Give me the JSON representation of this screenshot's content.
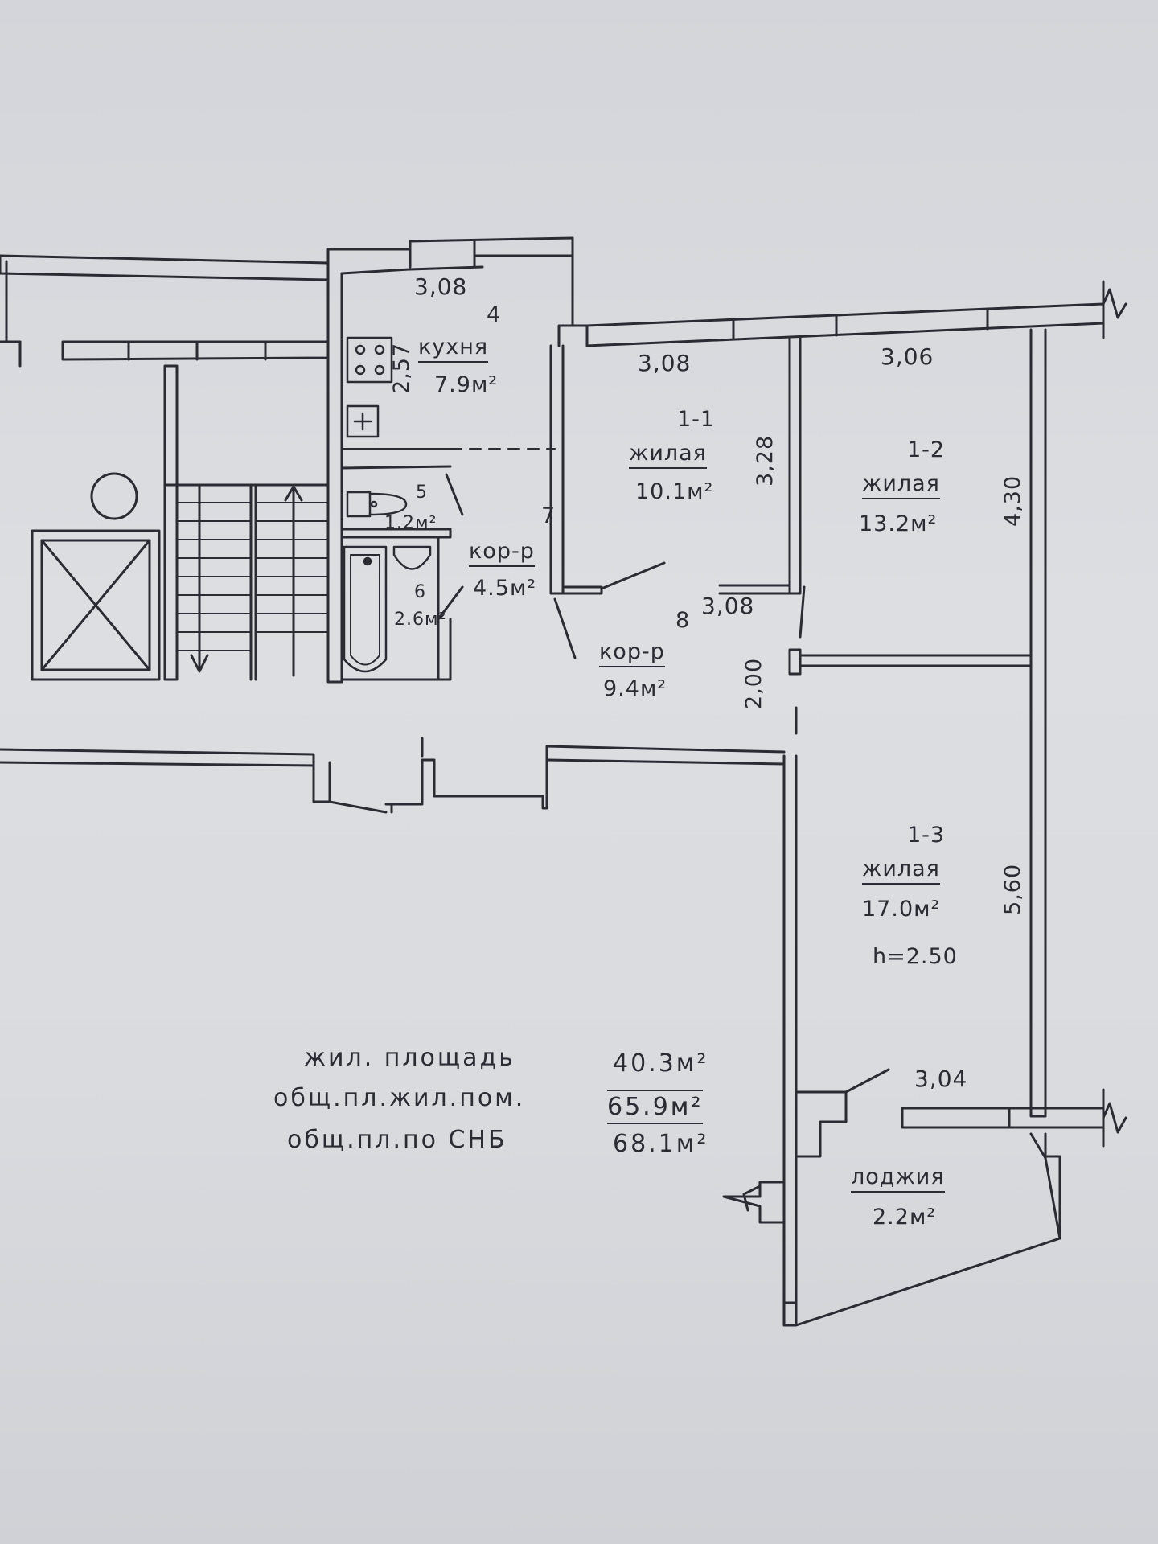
{
  "rooms": {
    "kitchen": {
      "dim_top": "3,08",
      "number": "4",
      "name": "кухня",
      "area": "7.9м²",
      "dim_side": "2,57"
    },
    "room_1_1": {
      "dim_top": "3,08",
      "number": "1-1",
      "name": "жилая",
      "area": "10.1м²",
      "dim_side": "3,28"
    },
    "room_1_2": {
      "dim_top": "3,06",
      "number": "1-2",
      "name": "жилая",
      "area": "13.2м²",
      "dim_side": "4,30"
    },
    "wc": {
      "number": "5",
      "area": "1.2м²"
    },
    "bath": {
      "number": "6",
      "area": "2.6м²"
    },
    "corridor_7": {
      "number": "7",
      "name": "кор-р",
      "area": "4.5м²"
    },
    "corridor_8": {
      "number": "8",
      "dim_top": "3,08",
      "name": "кор-р",
      "area": "9.4м²",
      "dim_side": "2,00"
    },
    "room_1_3": {
      "number": "1-3",
      "name": "жилая",
      "area": "17.0м²",
      "height": "h=2.50",
      "dim_side": "5,60"
    },
    "loggia": {
      "dim_top": "3,04",
      "name": "лоджия",
      "area": "2.2м²"
    }
  },
  "totals": [
    {
      "label": "жил. площадь",
      "value": "40.3м²"
    },
    {
      "label": "общ.пл.жил.пом.",
      "value": "65.9м²"
    },
    {
      "label": "общ.пл.по СНБ",
      "value": "68.1м²"
    }
  ],
  "colors": {
    "ink": "#2a2b33",
    "paper": "#d8dade"
  }
}
